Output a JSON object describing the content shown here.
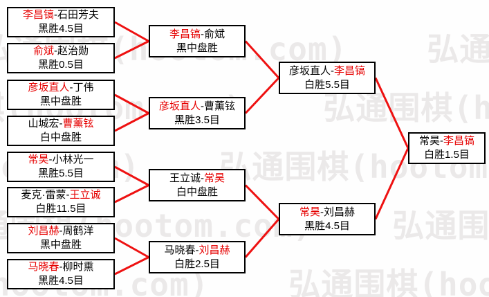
{
  "watermark": {
    "text": "弘通围棋(hootom.com)",
    "color": "#ebe9e9"
  },
  "colors": {
    "winner_red": "#e60000",
    "line_red": "#ee1111",
    "box_border": "#000000"
  },
  "bracket": {
    "separator": "-",
    "round1": [
      {
        "name1": "李昌镐",
        "name2": "石田芳夫",
        "winner": 1,
        "result": "黑胜4.5目"
      },
      {
        "name1": "俞斌",
        "name2": "赵治勋",
        "winner": 1,
        "result": "黑胜0.5目"
      },
      {
        "name1": "彦坂直人",
        "name2": "丁伟",
        "winner": 1,
        "result": "黑中盘胜"
      },
      {
        "name1": "山城宏",
        "name2": "曹薰铉",
        "winner": 2,
        "result": "白中盘胜"
      },
      {
        "name1": "常昊",
        "name2": "小林光一",
        "winner": 1,
        "result": "黑胜5.5目"
      },
      {
        "name1": "麦克·雷蒙",
        "name2": "王立诚",
        "winner": 2,
        "result": "白胜11.5目"
      },
      {
        "name1": "刘昌赫",
        "name2": "周鹤洋",
        "winner": 1,
        "result": "黑中盘胜"
      },
      {
        "name1": "马晓春",
        "name2": "柳时熏",
        "winner": 1,
        "result": "黑胜4.5目"
      }
    ],
    "round2": [
      {
        "name1": "李昌镐",
        "name2": "俞斌",
        "winner": 1,
        "result": "黑中盘胜"
      },
      {
        "name1": "彦坂直人",
        "name2": "曹薰铉",
        "winner": 1,
        "result": "黑胜3.5目"
      },
      {
        "name1": "王立诚",
        "name2": "常昊",
        "winner": 2,
        "result": "白中盘胜"
      },
      {
        "name1": "马晓春",
        "name2": "刘昌赫",
        "winner": 2,
        "result": "白胜2.5目"
      }
    ],
    "semifinals": [
      {
        "name1": "彦坂直人",
        "name2": "李昌镐",
        "winner": 2,
        "result": "白胜5.5目"
      },
      {
        "name1": "常昊",
        "name2": "刘昌赫",
        "winner": 1,
        "result": "黑胜4.5目"
      }
    ],
    "final": [
      {
        "name1": "常昊",
        "name2": "李昌镐",
        "winner": 2,
        "result": "白胜1.5目"
      }
    ]
  }
}
